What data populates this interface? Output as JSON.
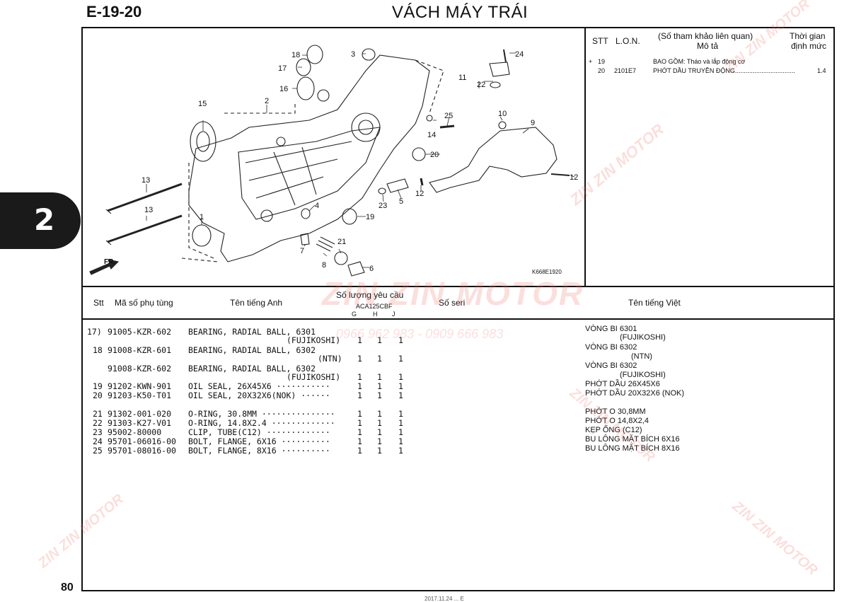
{
  "header": {
    "code": "E-19-20",
    "title": "VÁCH MÁY TRÁI"
  },
  "side_tab": "2",
  "page_number": "80",
  "footer_partial": "2017.11.24 ... E",
  "right_panel": {
    "col_stt": "STT",
    "col_lon": "L.O.N.",
    "col_ref": "(Số tham khảo liên quan)",
    "col_desc": "Mô tả",
    "col_time_1": "Thời gian",
    "col_time_2": "định mức",
    "rows": [
      {
        "mark": "+",
        "stt": "19",
        "lon": "",
        "desc": "BAO GỒM: Tháo và lắp động cơ",
        "time": ""
      },
      {
        "mark": "",
        "stt": "20",
        "lon": "2101E7",
        "desc": "PHỚT DẦU TRUYỀN ĐỘNG..................................",
        "time": "1.4"
      }
    ]
  },
  "diagram": {
    "code": "K668E1920",
    "fr_label": "FR.",
    "callouts": [
      "1",
      "2",
      "3",
      "4",
      "5",
      "6",
      "7",
      "8",
      "9",
      "10",
      "11",
      "12",
      "12",
      "13",
      "13",
      "14",
      "15",
      "16",
      "17",
      "18",
      "19",
      "20",
      "21",
      "22",
      "23",
      "24",
      "25"
    ]
  },
  "table": {
    "headers": {
      "stt": "Stt",
      "part_no": "Mã số phụ tùng",
      "english": "Tên tiếng Anh",
      "qty_title": "Số lượng yêu cầu",
      "model": "ACA125CBF",
      "g": "G",
      "h": "H",
      "j": "J",
      "serial": "Số seri",
      "viet": "Tên tiếng Việt"
    },
    "rows": [
      {
        "stt": "17)",
        "part": "91005-KZR-602",
        "en": "BEARING, RADIAL BALL, 6301",
        "en2": "(FUJIKOSHI)",
        "g": "1",
        "h": "1",
        "j": "1",
        "vi": "VÒNG BI 6301",
        "vi2": "(FUJIKOSHI)"
      },
      {
        "stt": "18",
        "part": "91008-KZR-601",
        "en": "BEARING, RADIAL BALL, 6302",
        "en2": "(NTN)",
        "g": "1",
        "h": "1",
        "j": "1",
        "vi": "VÒNG BI 6302",
        "vi2": "(NTN)"
      },
      {
        "stt": "",
        "part": "91008-KZR-602",
        "en": "BEARING, RADIAL BALL, 6302",
        "en2": "(FUJIKOSHI)",
        "g": "1",
        "h": "1",
        "j": "1",
        "vi": "VÒNG BI 6302",
        "vi2": "(FUJIKOSHI)"
      },
      {
        "stt": "19",
        "part": "91202-KWN-901",
        "en": "OIL SEAL, 26X45X6 ···········",
        "en2": "",
        "g": "1",
        "h": "1",
        "j": "1",
        "vi": "PHỚT DẦU 26X45X6",
        "vi2": ""
      },
      {
        "stt": "20",
        "part": "91203-K50-T01",
        "en": "OIL SEAL, 20X32X6(NOK) ······",
        "en2": "",
        "g": "1",
        "h": "1",
        "j": "1",
        "vi": "PHỚT DẦU 20X32X6 (NOK)",
        "vi2": ""
      },
      {
        "stt": "21",
        "part": "91302-001-020",
        "en": "O-RING, 30.8MM ···············",
        "en2": "",
        "g": "1",
        "h": "1",
        "j": "1",
        "vi": "PHỚT O 30,8MM",
        "vi2": ""
      },
      {
        "stt": "22",
        "part": "91303-K27-V01",
        "en": "O-RING, 14.8X2.4 ·············",
        "en2": "",
        "g": "1",
        "h": "1",
        "j": "1",
        "vi": "PHỚT O 14,8X2,4",
        "vi2": ""
      },
      {
        "stt": "23",
        "part": "95002-80000",
        "en": "CLIP, TUBE(C12) ·············",
        "en2": "",
        "g": "1",
        "h": "1",
        "j": "1",
        "vi": "KẸP ỐNG (C12)",
        "vi2": ""
      },
      {
        "stt": "24",
        "part": "95701-06016-00",
        "en": "BOLT, FLANGE, 6X16 ··········",
        "en2": "",
        "g": "1",
        "h": "1",
        "j": "1",
        "vi": "BU LÔNG MẶT BÍCH 6X16",
        "vi2": ""
      },
      {
        "stt": "25",
        "part": "95701-08016-00",
        "en": "BOLT, FLANGE, 8X16 ··········",
        "en2": "",
        "g": "1",
        "h": "1",
        "j": "1",
        "vi": "BU LÔNG MẶT BÍCH 8X16",
        "vi2": ""
      }
    ]
  },
  "watermark": {
    "brand": "ZIN ZIN MOTOR",
    "phone": "0966 962 983 - 0909 666 983"
  }
}
